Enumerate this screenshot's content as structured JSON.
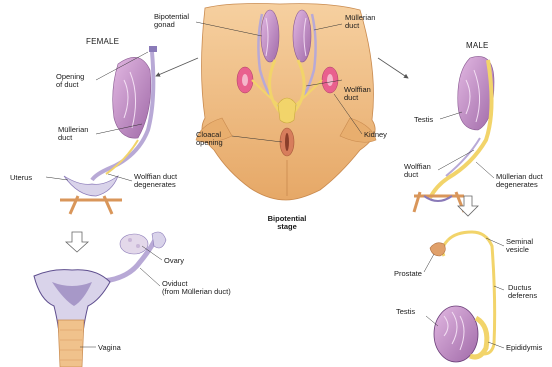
{
  "headers": {
    "female": "FEMALE",
    "male": "MALE"
  },
  "center": {
    "bipotential_gonad": [
      "Bipotential",
      "gonad"
    ],
    "mullerian_duct": [
      "Müllerian",
      "duct"
    ],
    "wolffian_duct": [
      "Wolffian",
      "duct"
    ],
    "kidney": "Kidney",
    "cloacal_opening": [
      "Cloacal",
      "opening"
    ],
    "stage_label": [
      "Bipotential",
      "stage"
    ]
  },
  "female": {
    "opening_of_duct": [
      "Opening",
      "of duct"
    ],
    "mullerian_duct": [
      "Müllerian",
      "duct"
    ],
    "uterus": "Uterus",
    "wolffian_degenerates": [
      "Wolffian duct",
      "degenerates"
    ],
    "ovary": "Ovary",
    "oviduct": [
      "Oviduct",
      "(from Müllerian duct)"
    ],
    "vagina": "Vagina"
  },
  "male": {
    "testis_top": "Testis",
    "wolffian_duct": [
      "Wolffian",
      "duct"
    ],
    "mullerian_degenerates": [
      "Müllerian duct",
      "degenerates"
    ],
    "seminal_vesicle": [
      "Seminal",
      "vesicle"
    ],
    "prostate": "Prostate",
    "ductus_deferens": [
      "Ductus",
      "deferens"
    ],
    "testis_bottom": "Testis",
    "epididymis": "Epididymis"
  },
  "colors": {
    "tissue": "#f2c089",
    "tissue_dark": "#d9965a",
    "gonad_purple": "#c98fc8",
    "duct_lavender": "#b8a9d6",
    "duct_yellow": "#f2d46a",
    "kidney_pink": "#e9608e"
  }
}
